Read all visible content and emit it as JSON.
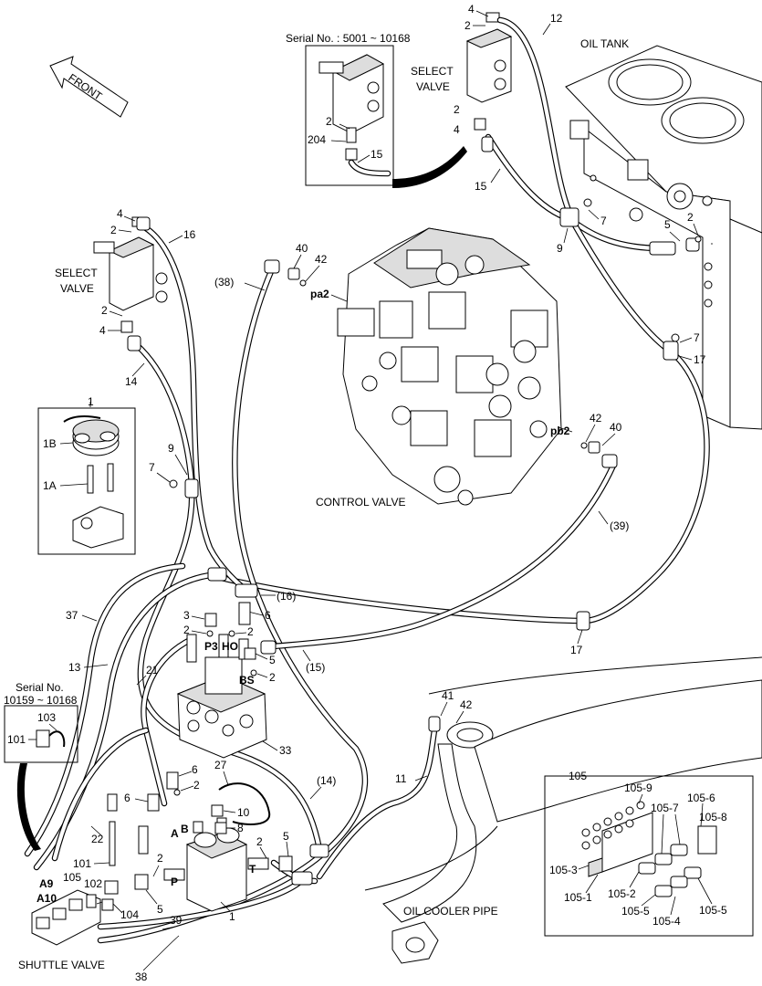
{
  "diagram": {
    "captions": {
      "front": "FRONT",
      "oil_tank": "OIL TANK",
      "select_valve_top": [
        "SELECT",
        "VALVE"
      ],
      "select_valve_left": [
        "SELECT",
        "VALVE"
      ],
      "control_valve": "CONTROL VALVE",
      "oil_cooler_pipe": "OIL COOLER PIPE",
      "shuttle_valve": "SHUTTLE VALVE",
      "serial_top": "Serial No. : 5001 ~ 10168",
      "serial_left": [
        "Serial No.",
        "10159 ~ 10168"
      ],
      "port_pa2": "pa2",
      "port_pb2": "pb2"
    },
    "callouts": {
      "n4_top": "4",
      "n2_top": "2",
      "n12": "12",
      "n2_b": "2",
      "n4_b": "4",
      "n15_r": "15",
      "n7_a": "7",
      "n5_a": "5",
      "n2_c": "2",
      "n9_a": "9",
      "n7_b": "7",
      "n17_a": "17",
      "s_2": "2",
      "s_204": "204",
      "s_15": "15",
      "n4_l": "4",
      "n2_l": "2",
      "n16": "16",
      "n2_l2": "2",
      "n4_l2": "4",
      "n14": "14",
      "n40_a": "40",
      "n42_a": "42",
      "n38p": "(38)",
      "n42_b": "42",
      "n40_b": "40",
      "n39p": "(39)",
      "k1": "1",
      "k1b": "1B",
      "k1a": "1A",
      "n9_b": "9",
      "n7_c": "7",
      "n16p": "(16)",
      "n3": "3",
      "n6_a": "6",
      "n2_d": "2",
      "n2_e": "2",
      "p3": "P3",
      "ho": "HO",
      "bs": "BS",
      "n5_b": "5",
      "n2_f": "2",
      "n15p": "(15)",
      "n17_b": "17",
      "n37": "37",
      "n13": "13",
      "n21": "21",
      "n33": "33",
      "n14p": "(14)",
      "n6_b": "6",
      "n2_g": "2",
      "n6_c": "6",
      "n27": "27",
      "n10": "10",
      "n8": "8",
      "pa": "A",
      "pb": "B",
      "n2_h": "2",
      "n5_c": "5",
      "pt": "T",
      "pp": "P",
      "n2_i": "2",
      "n5_d": "5",
      "n1": "1",
      "n22": "22",
      "n101": "101",
      "n105": "105",
      "n102": "102",
      "a9": "A9",
      "a10": "A10",
      "n104": "104",
      "n39": "39",
      "n38": "38",
      "n103": "103",
      "n101_i": "101",
      "n41": "41",
      "n42_c": "42",
      "n11": "11",
      "k105": "105",
      "k105_9": "105-9",
      "k105_7": "105-7",
      "k105_6": "105-6",
      "k105_8": "105-8",
      "k105_3": "105-3",
      "k105_1": "105-1",
      "k105_2": "105-2",
      "k105_5a": "105-5",
      "k105_4": "105-4",
      "k105_5b": "105-5"
    }
  }
}
